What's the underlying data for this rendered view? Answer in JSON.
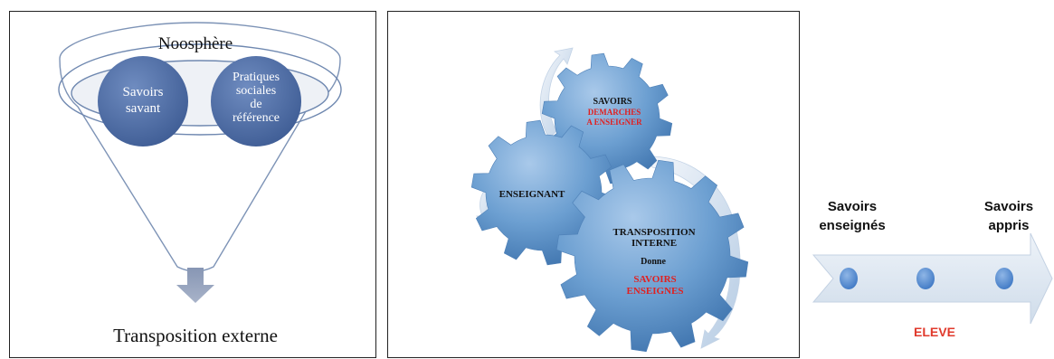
{
  "funnel": {
    "top_label": "Noosphère",
    "circle_left": "Savoirs savant",
    "circle_left_lines": [
      "Savoirs",
      "savant"
    ],
    "circle_right": "Pratiques sociales de référence",
    "circle_right_lines": [
      "Pratiques",
      "sociales",
      "de",
      "référence"
    ],
    "bottom_label": "Transposition externe"
  },
  "gears": {
    "top_gear": {
      "title": "SAVOIRS",
      "subtitle_lines": [
        "DEMARCHES",
        "A ENSEIGNER"
      ]
    },
    "left_gear": {
      "title": "ENSEIGNANT"
    },
    "big_gear": {
      "title_lines": [
        "TRANSPOSITION",
        "INTERNE"
      ],
      "middle": "Donne",
      "result_lines": [
        "SAVOIRS",
        "ENSEIGNES"
      ]
    }
  },
  "timeline": {
    "left_label_lines": [
      "Savoirs",
      "enseignés"
    ],
    "right_label_lines": [
      "Savoirs",
      "appris"
    ],
    "bottom_label": "ELEVE"
  },
  "colors": {
    "circle_blue": "#4a6aa3",
    "gear_blue": "#5f92c6",
    "red_text": "#e02020",
    "eleve_red": "#e03a2c",
    "arrow_light": "#dde7f2",
    "dot_blue": "#4a86cf"
  }
}
